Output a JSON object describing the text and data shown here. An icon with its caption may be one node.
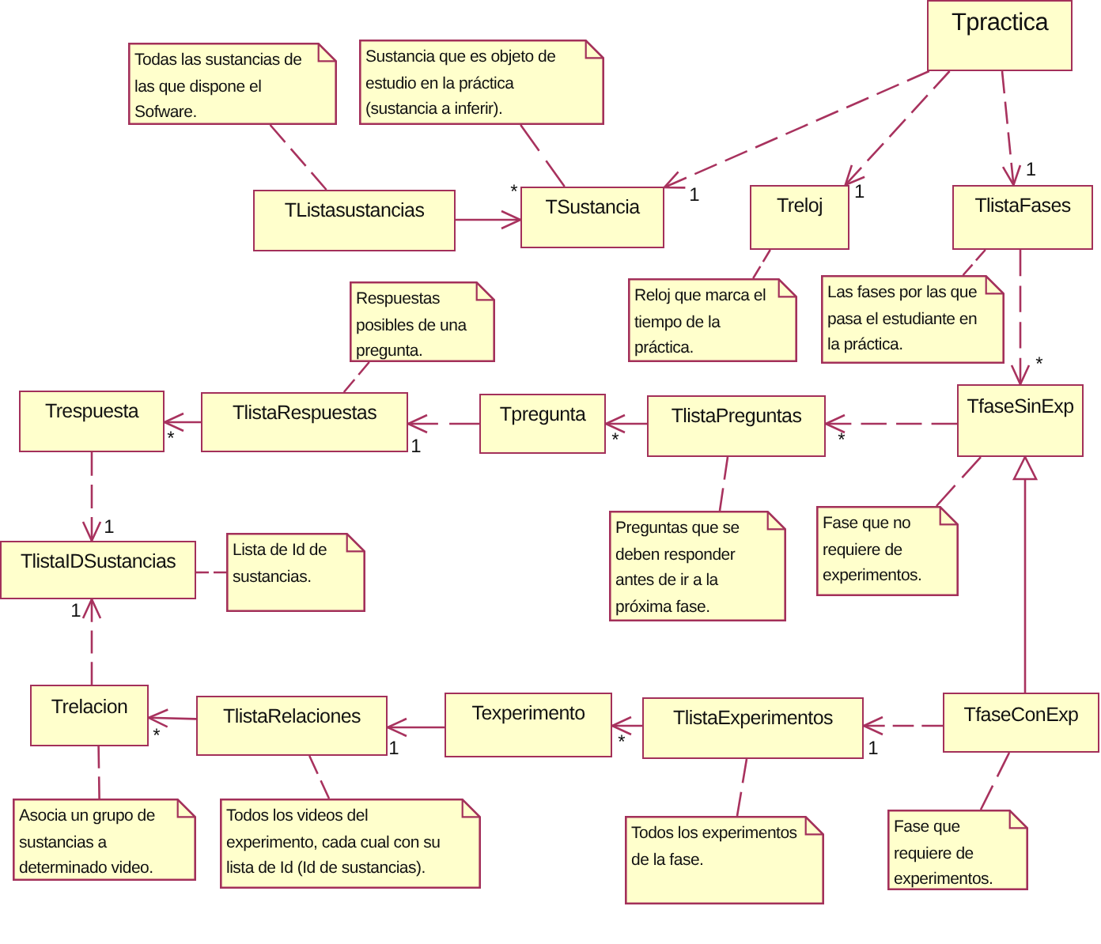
{
  "diagram": {
    "nodes": [
      {
        "text": [
          "Tpractica"
        ]
      },
      {
        "text": [
          "Todas las sustancias de las que dispone el Sofware."
        ]
      },
      {
        "text": [
          "Sustancia que es objeto de estudio en la práctica (sustancia a inferir)."
        ]
      },
      {
        "text": [
          "TListasustancias"
        ]
      },
      {
        "text": [
          "TSustancia"
        ]
      },
      {
        "text": [
          "Treloj"
        ]
      },
      {
        "text": [
          "TlistaFases"
        ]
      },
      {
        "text": [
          "Reloj que marca el tiempo de la práctica."
        ]
      },
      {
        "text": [
          "Las fases por las que pasa el estudiante en la práctica."
        ]
      },
      {
        "text": [
          "Respuestas posibles de una pregunta."
        ]
      },
      {
        "text": [
          "Trespuesta"
        ]
      },
      {
        "text": [
          "TlistaRespuestas"
        ]
      },
      {
        "text": [
          "Tpregunta"
        ]
      },
      {
        "text": [
          "TlistaPreguntas"
        ]
      },
      {
        "text": [
          "TfaseSinExp"
        ]
      },
      {
        "text": [
          "TlistaIDSustancias"
        ]
      },
      {
        "text": [
          "Lista de Id de sustancias."
        ]
      },
      {
        "text": [
          "Preguntas que se deben responder antes de ir a la próxima fase."
        ]
      },
      {
        "text": [
          "Fase que no requiere de experimentos."
        ]
      },
      {
        "text": [
          "Trelacion"
        ]
      },
      {
        "text": [
          "TlistaRelaciones"
        ]
      },
      {
        "text": [
          "Texperimento"
        ]
      },
      {
        "text": [
          "TlistaExperimentos"
        ]
      },
      {
        "text": [
          "TfaseConExp"
        ]
      },
      {
        "text": [
          "Asocia un grupo de sustancias a determinado video."
        ]
      },
      {
        "text": [
          "Todos los videos del experimento, cada cual con su lista de Id (Id de sustancias)."
        ]
      },
      {
        "text": [
          "Todos los experimentos de la fase."
        ]
      },
      {
        "text": [
          "Fase que requiere de experimentos."
        ]
      }
    ],
    "edges": [
      {
        "from": 3,
        "to": 4,
        "arrow": "to",
        "label": "*"
      },
      {
        "from": 0,
        "to": 4,
        "arrow": "to",
        "label": "1",
        "style": "dashed"
      },
      {
        "from": 0,
        "to": 5,
        "arrow": "to",
        "label": "1",
        "style": "dashed"
      },
      {
        "from": 0,
        "to": 6,
        "arrow": "to",
        "label": "1",
        "style": "dashed"
      },
      {
        "from": 6,
        "to": 14,
        "arrow": "to",
        "label": "*",
        "style": "dashed"
      },
      {
        "from": 14,
        "to": 13,
        "arrow": "to",
        "label": "*",
        "style": "dashed"
      },
      {
        "from": 13,
        "to": 12,
        "arrow": "to",
        "label": "*"
      },
      {
        "from": 12,
        "to": 11,
        "arrow": "to",
        "label": "1",
        "style": "dashed"
      },
      {
        "from": 11,
        "to": 10,
        "arrow": "to",
        "label": "*"
      },
      {
        "from": 10,
        "to": 15,
        "arrow": "to",
        "label": "1",
        "style": "dashed"
      },
      {
        "from": 19,
        "to": 15,
        "arrow": "to",
        "label": "1",
        "style": "dashed"
      },
      {
        "from": 20,
        "to": 19,
        "arrow": "to",
        "label": "*"
      },
      {
        "from": 21,
        "to": 20,
        "arrow": "to",
        "label": "1"
      },
      {
        "from": 22,
        "to": 21,
        "arrow": "to",
        "label": "*"
      },
      {
        "from": 23,
        "to": 22,
        "arrow": "to",
        "label": "1",
        "style": "dashed"
      },
      {
        "from": 23,
        "to": 14,
        "arrow": "to"
      },
      {
        "from": 1,
        "to": 3,
        "arrow": "none",
        "style": "dashed"
      },
      {
        "from": 2,
        "to": 4,
        "arrow": "none",
        "style": "dashed"
      },
      {
        "from": 7,
        "to": 5,
        "arrow": "none",
        "style": "dashed"
      },
      {
        "from": 8,
        "to": 6,
        "arrow": "none",
        "style": "dashed"
      },
      {
        "from": 9,
        "to": 11,
        "arrow": "none",
        "style": "dashed"
      },
      {
        "from": 17,
        "to": 13,
        "arrow": "none",
        "style": "dashed"
      },
      {
        "from": 18,
        "to": 14,
        "arrow": "none",
        "style": "dashed"
      },
      {
        "from": 16,
        "to": 15,
        "arrow": "none",
        "style": "dashed"
      },
      {
        "from": 24,
        "to": 19,
        "arrow": "none",
        "style": "dashed"
      },
      {
        "from": 25,
        "to": 20,
        "arrow": "none",
        "style": "dashed"
      },
      {
        "from": 26,
        "to": 22,
        "arrow": "none",
        "style": "dashed"
      },
      {
        "from": 27,
        "to": 23,
        "arrow": "none",
        "style": "dashed"
      }
    ]
  }
}
